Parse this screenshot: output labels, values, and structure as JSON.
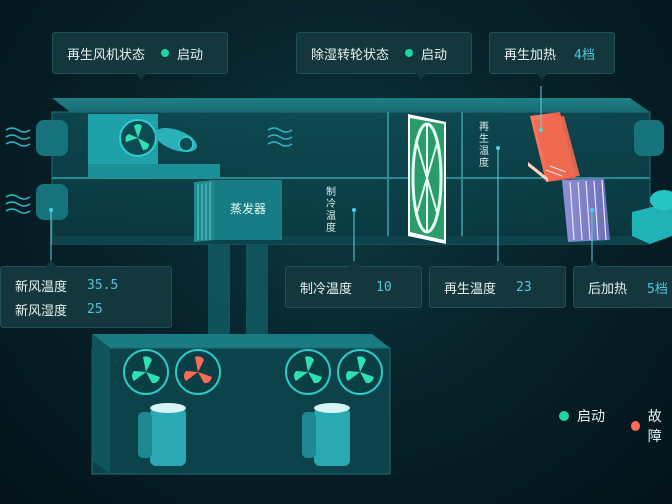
{
  "top_cards": {
    "fan": {
      "label": "再生风机状态",
      "status": "启动"
    },
    "wheel": {
      "label": "除湿转轮状态",
      "status": "启动"
    },
    "heat": {
      "label": "再生加热",
      "value": "4档"
    }
  },
  "bottom_cards": {
    "fresh": {
      "temp_label": "新风温度",
      "temp_value": "35.5",
      "hum_label": "新风湿度",
      "hum_value": "25"
    },
    "cool": {
      "label": "制冷温度",
      "value": "10"
    },
    "regen": {
      "label": "再生温度",
      "value": "23"
    },
    "post": {
      "label": "后加热",
      "value": "5档"
    }
  },
  "inline_labels": {
    "evaporator": "蒸发器",
    "cool_temp_v": "制冷温度",
    "regen_temp_v": "再生温度"
  },
  "legend": {
    "run": "启动",
    "fault": "故障"
  },
  "colors": {
    "run": "#1fd6a0",
    "fault": "#ff6a55",
    "value": "#4fc6dc"
  }
}
